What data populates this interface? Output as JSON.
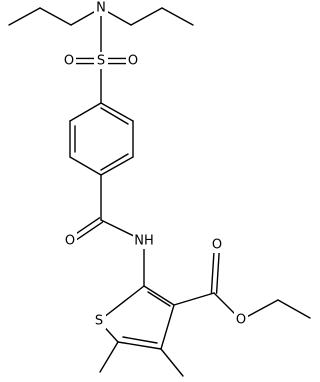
{
  "molecule": {
    "atom_labels": {
      "n_amine": "N",
      "s_sulfonyl": "S",
      "o_sulfonyl_left": "O",
      "o_sulfonyl_right": "O",
      "o_amide": "O",
      "n_amide": "NH",
      "s_thiophene": "S",
      "o_ester_carbonyl": "O",
      "o_ester_ether": "O"
    },
    "colors": {
      "bond": "#000000",
      "label": "#000000",
      "background": "#ffffff"
    }
  }
}
